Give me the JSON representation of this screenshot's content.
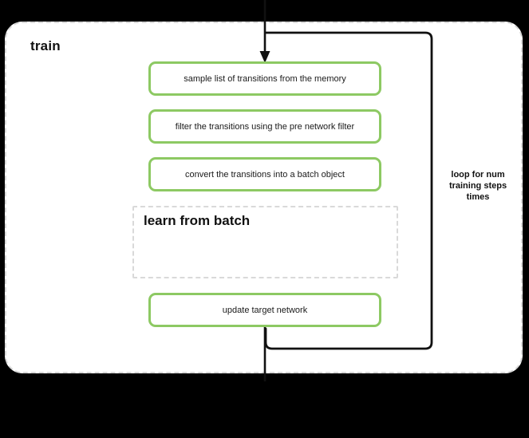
{
  "diagram": {
    "title": "train",
    "background_color": "#000000",
    "group_fill": "#ffffff",
    "group_border_color": "#d9d9d9",
    "process_border_color": "#8dc963",
    "connector_color": "#111111"
  },
  "process_boxes": [
    {
      "id": "sample",
      "label": "sample list of transitions from the memory"
    },
    {
      "id": "filter",
      "label": "filter the transitions using the pre network filter"
    },
    {
      "id": "convert",
      "label": "convert the transitions into a batch object"
    },
    {
      "id": "update",
      "label": "update target network"
    }
  ],
  "subgroup": {
    "title": "learn from\nbatch"
  },
  "loop": {
    "caption": "loop for num\ntraining steps\ntimes"
  },
  "icons": {
    "arrow_down": "arrow-down-icon",
    "loop_path": "loop-arrow-icon"
  }
}
